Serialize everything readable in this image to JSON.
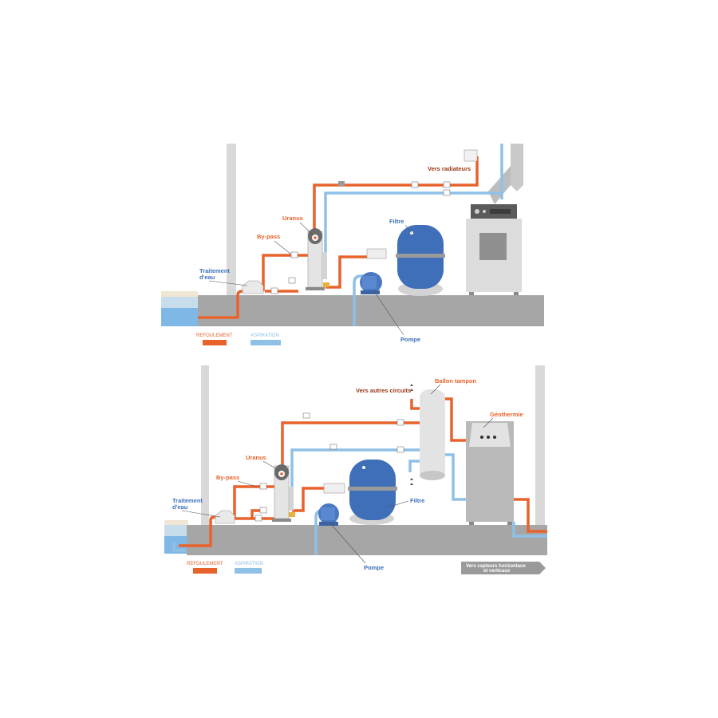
{
  "colors": {
    "refoulement": "#e8622c",
    "aspiration": "#8fc0e6",
    "label_dark": "#9a3412",
    "label_blue": "#3b6fb8",
    "floor": "#a6a6a6",
    "wall": "#d9d9d9",
    "water": "#7fb8e6",
    "filter": "#3f6fb8"
  },
  "diagram_top": {
    "labels": {
      "vers_radiateurs": "Vers radiateurs",
      "uranus": "Uranus",
      "filtre": "Filtre",
      "bypass": "By-pass",
      "traitement_line1": "Traitement",
      "traitement_line2": "d'eau",
      "pompe": "Pompe"
    },
    "legend": {
      "refoulement": "REFOULEMENT",
      "aspiration": "ASPIRATION"
    }
  },
  "diagram_bottom": {
    "labels": {
      "ballon_tampon": "Ballon tampon",
      "vers_autres_circuits": "Vers autres circuits",
      "geothermie": "Géothermie",
      "uranus": "Uranus",
      "bypass": "By-pass",
      "traitement_line1": "Traitement",
      "traitement_line2": "d'eau",
      "filtre": "Filtre",
      "pompe": "Pompe"
    },
    "legend": {
      "refoulement": "REFOULEMENT",
      "aspiration": "ASPIRATION"
    },
    "capteurs_line1": "Vers capteurs horizontaux",
    "capteurs_line2": "et verticaux"
  }
}
